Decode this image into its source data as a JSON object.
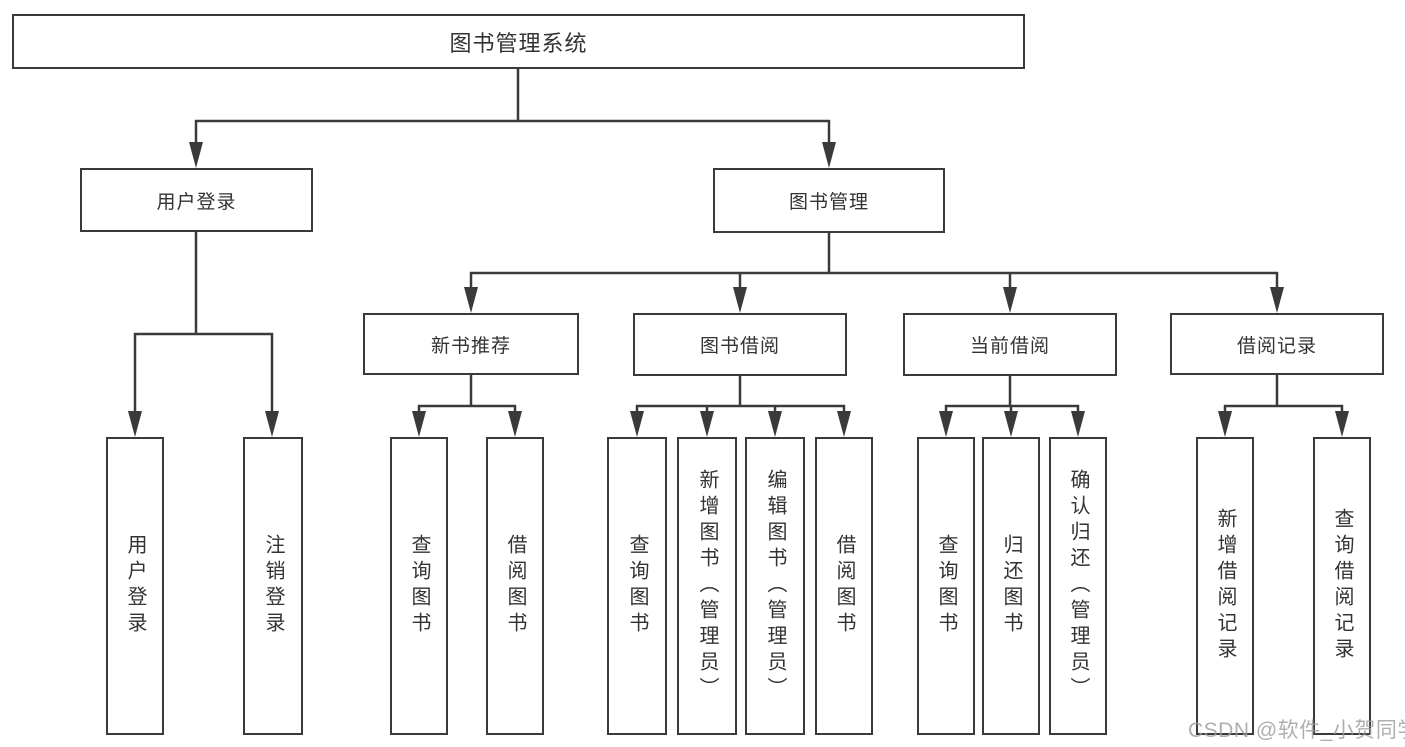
{
  "watermark": "CSDN @软件_小贺同学",
  "colors": {
    "line": "#3a3a3a",
    "box_border": "#3a3a3a",
    "text": "#333333",
    "watermark": "#9e9e9e",
    "background": "#ffffff"
  },
  "tree": {
    "label": "图书管理系统",
    "children": [
      {
        "label": "用户登录",
        "leaves": [
          "用户登录",
          "注销登录"
        ]
      },
      {
        "label": "图书管理",
        "children": [
          {
            "label": "新书推荐",
            "leaves": [
              "查询图书",
              "借阅图书"
            ]
          },
          {
            "label": "图书借阅",
            "leaves": [
              "查询图书",
              "新增图书（管理员）",
              "编辑图书（管理员）",
              "借阅图书"
            ]
          },
          {
            "label": "当前借阅",
            "leaves": [
              "查询图书",
              "归还图书",
              "确认归还（管理员）"
            ]
          },
          {
            "label": "借阅记录",
            "leaves": [
              "新增借阅记录",
              "查询借阅记录"
            ]
          }
        ]
      }
    ]
  }
}
